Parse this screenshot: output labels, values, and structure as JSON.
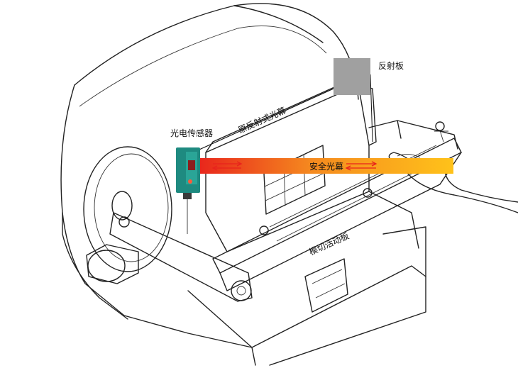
{
  "labels": {
    "reflector": "反射板",
    "sensor": "光电传感器",
    "original_curtain": "原反射式光幕",
    "safety_curtain": "安全光幕",
    "die_plate": "模切活动板"
  },
  "colors": {
    "beam_start": "#e8231c",
    "beam_mid": "#f58a1f",
    "beam_end": "#ffc21a",
    "arrow": "#e8231c",
    "sensor_body": "#1e8a80",
    "reflector": "#a0a0a0",
    "line": "#222222"
  },
  "icons": {
    "arrow_right": "arrow-right-icon",
    "arrow_left": "arrow-left-icon"
  }
}
